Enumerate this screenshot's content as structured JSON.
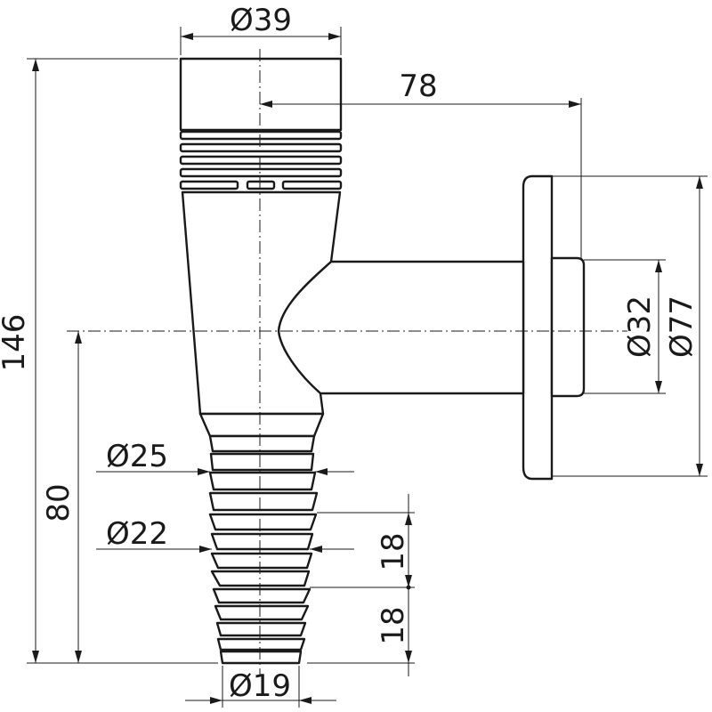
{
  "dimensions": {
    "top_diameter": "Ø39",
    "offset_to_wall": "78",
    "total_height": "146",
    "connection_diameter": "Ø32",
    "flange_diameter": "Ø77",
    "axis_height": "80",
    "hose_diameter_large": "Ø25",
    "hose_diameter_mid": "Ø22",
    "step_upper": "18",
    "step_lower": "18",
    "hose_diameter_small": "Ø19"
  },
  "colors": {
    "line": "#1a1a1a",
    "background": "#ffffff"
  }
}
